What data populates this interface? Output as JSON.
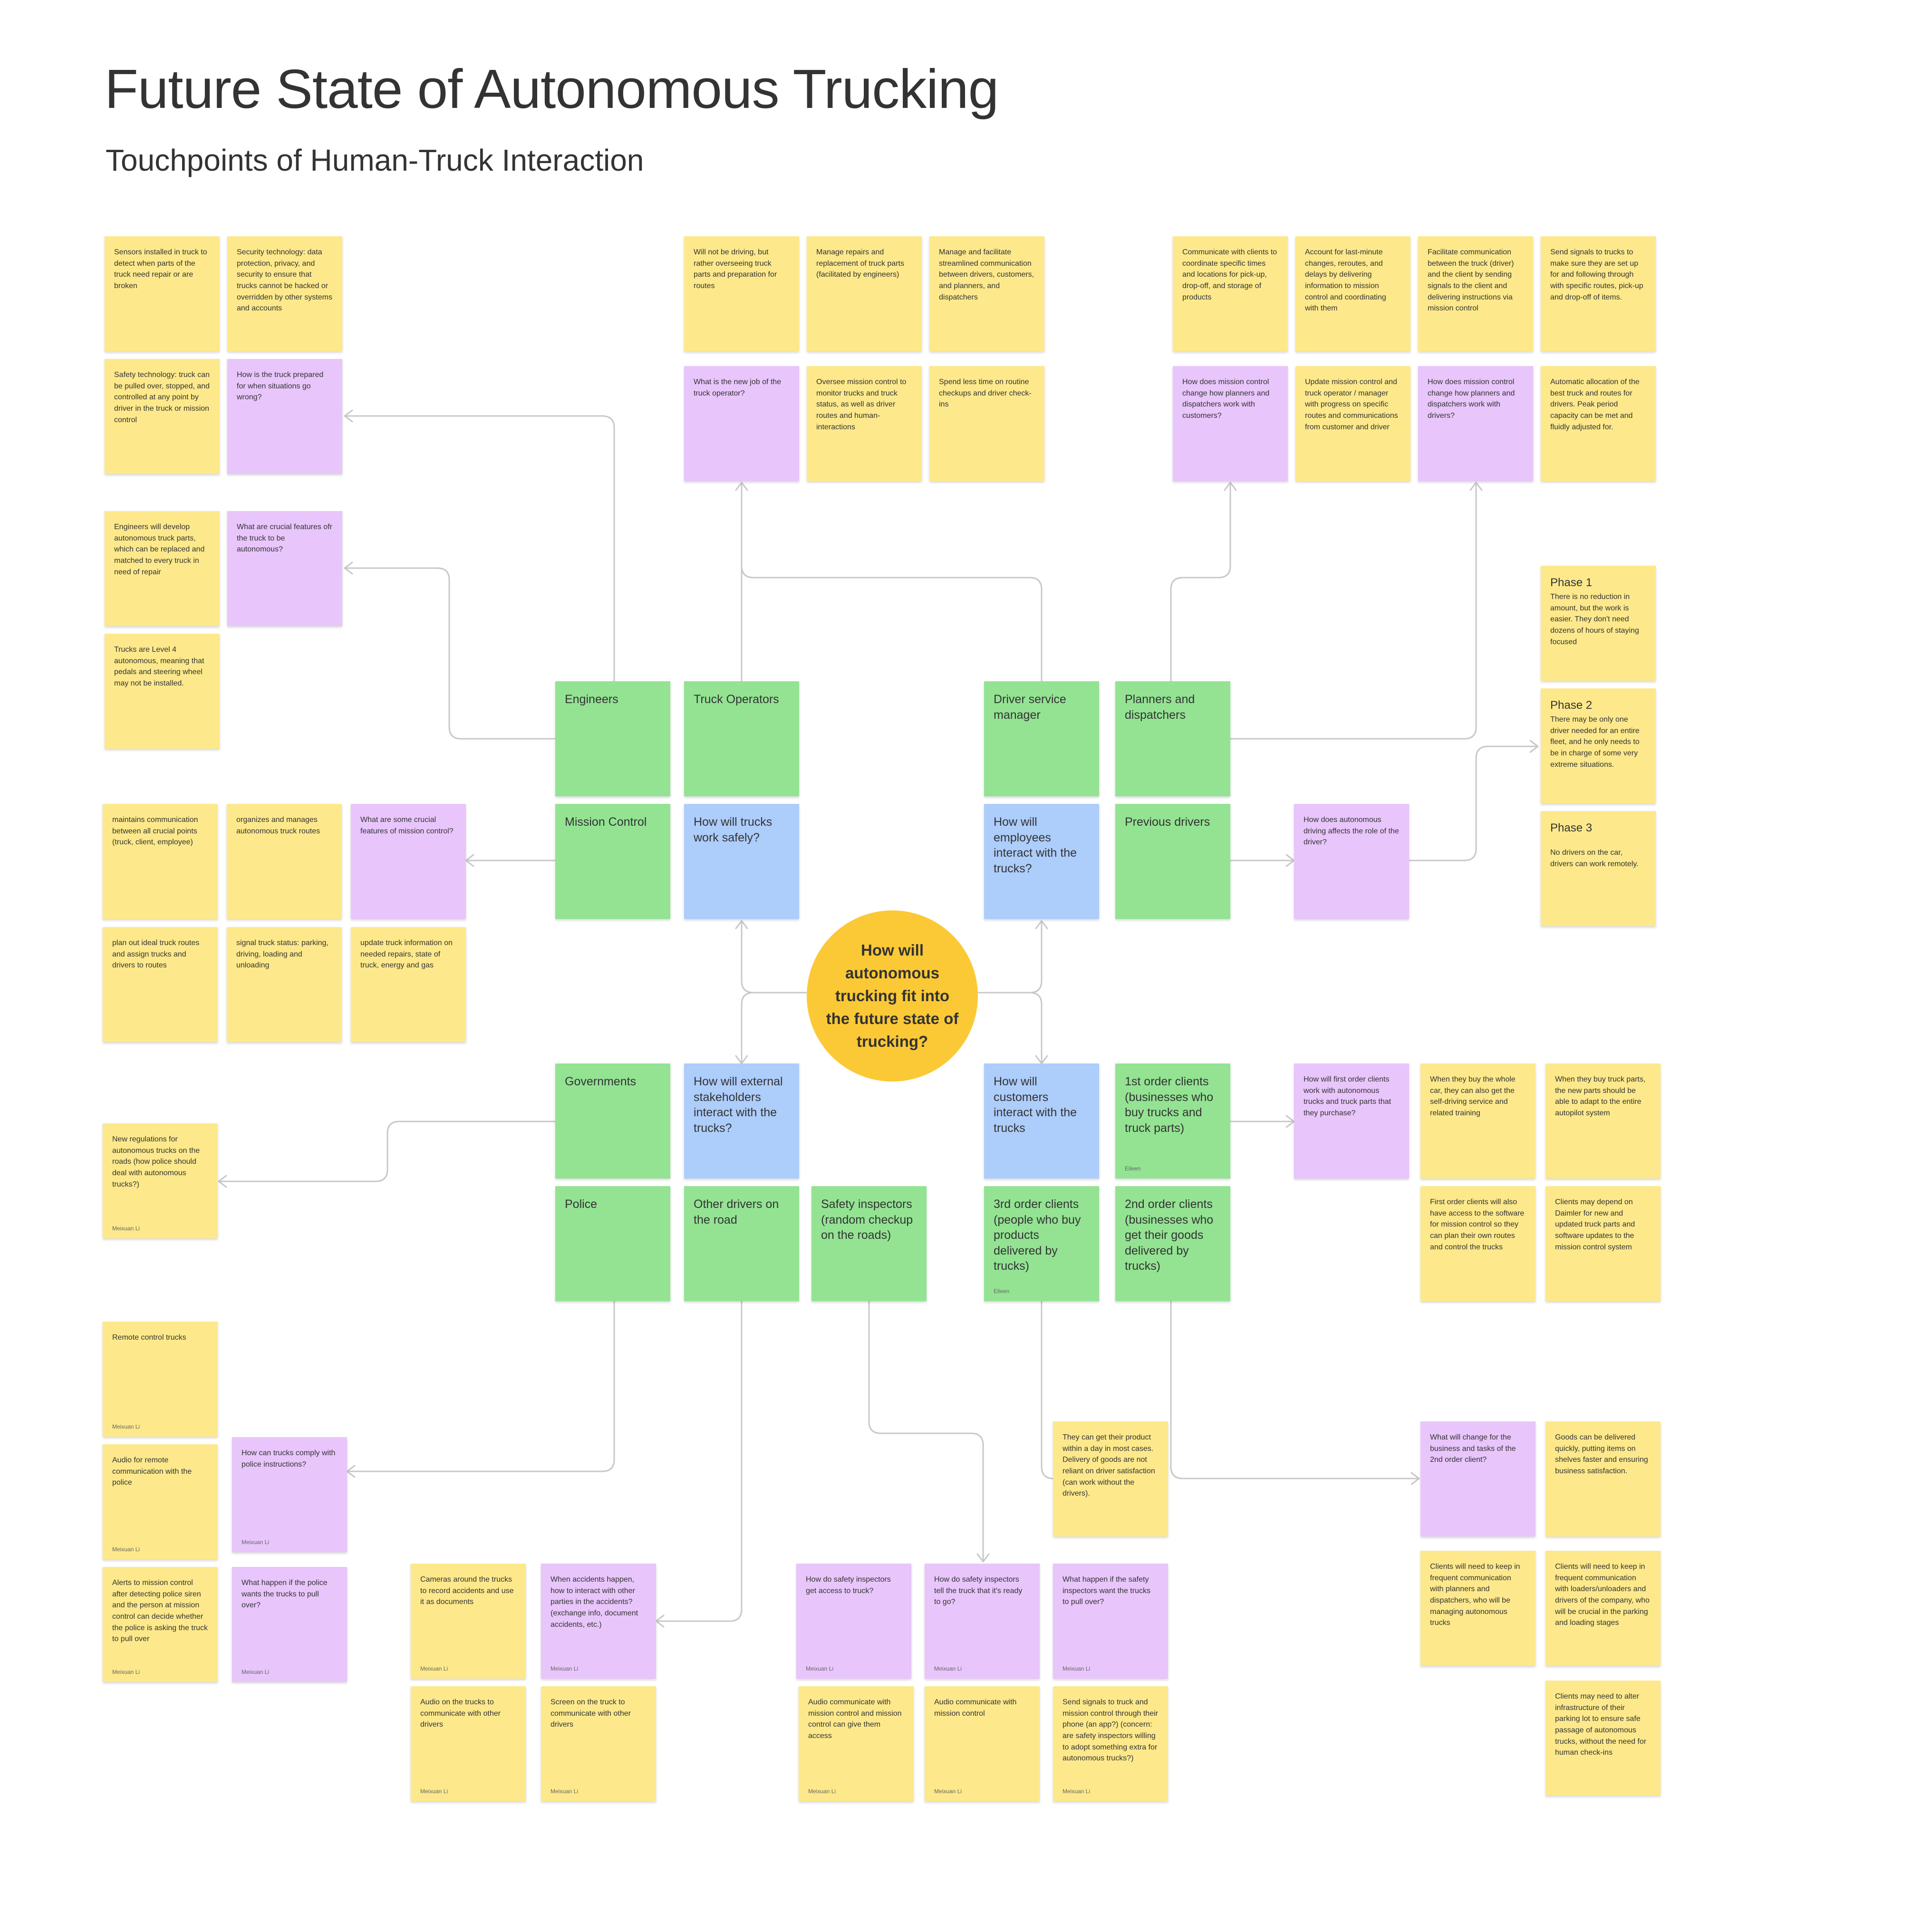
{
  "title": "Future State of Autonomous Trucking",
  "subtitle": "Touchpoints of Human-Truck Interaction",
  "center_question": "How will autonomous trucking fit into the future state of trucking?",
  "colors": {
    "yellow": "#fde98b",
    "purple": "#e8c5fb",
    "green": "#93e393",
    "blue": "#adcdfb",
    "center": "#fbc935",
    "connector": "#c8c8c8",
    "text": "#333333"
  },
  "notes": [
    {
      "id": "eng1",
      "text": "Sensors installed in truck to detect when parts of the truck need repair or are broken"
    },
    {
      "id": "eng2",
      "text": "Security technology: data protection, privacy, and security to ensure that trucks cannot be hacked or overridden by other systems and accounts"
    },
    {
      "id": "eng3",
      "text": "Safety technology: truck can be pulled over, stopped, and controlled at any point by driver in the truck or mission control"
    },
    {
      "id": "eng4",
      "text": "How is the truck prepared for when situations go wrong?"
    },
    {
      "id": "eng5",
      "text": "Engineers will develop autonomous truck parts, which can be replaced and matched to every truck in need of repair"
    },
    {
      "id": "eng6",
      "text": "What are crucial features ofr the truck to be autonomous?"
    },
    {
      "id": "eng7",
      "text": "Trucks are Level 4 autonomous, meaning that pedals and steering wheel may not be installed."
    },
    {
      "id": "op1",
      "text": "Will not be driving, but rather overseeing truck parts and preparation for routes"
    },
    {
      "id": "op2",
      "text": "Manage repairs and replacement of truck parts (facilitated by engineers)"
    },
    {
      "id": "op3",
      "text": "Manage and facilitate streamlined communication between drivers, customers, and planners, and dispatchers"
    },
    {
      "id": "op4",
      "text": "What is the new job of the truck operator?"
    },
    {
      "id": "op5",
      "text": "Oversee mission control to monitor trucks and truck status, as well as driver routes and human-interactions"
    },
    {
      "id": "op6",
      "text": "Spend less time on routine checkups and driver check-ins"
    },
    {
      "id": "pl1",
      "text": "Communicate with clients to coordinate specific times and locations for pick-up, drop-off, and storage of products"
    },
    {
      "id": "pl2",
      "text": "Account for last-minute changes, reroutes, and delays by delivering information to mission control and coordinating with them"
    },
    {
      "id": "pl3",
      "text": "Facilitate communication between the truck (driver) and the client by sending signals to the client and delivering instructions via mission control"
    },
    {
      "id": "pl4",
      "text": "Send signals to trucks to make sure they are set up for and following through with specific routes, pick-up and drop-off of items."
    },
    {
      "id": "pl5",
      "text": "How does mission control change how planners and dispatchers work with customers?"
    },
    {
      "id": "pl6",
      "text": "Update mission control and truck operator / manager with progress on specific routes and communications from customer and driver"
    },
    {
      "id": "pl7",
      "text": "How does mission control change how planners and dispatchers work with drivers?"
    },
    {
      "id": "pl8",
      "text": "Automatic allocation of the best truck and routes for drivers. Peak period capacity can be met and fluidly adjusted for."
    },
    {
      "id": "ph1",
      "heading": "Phase 1",
      "text": "There is no reduction in amount, but the work is easier. They don't need dozens of hours of staying focused"
    },
    {
      "id": "ph2",
      "heading": "Phase 2",
      "text": "There may be only one driver needed for an entire fleet, and he only needs to be in charge of some very extreme situations."
    },
    {
      "id": "ph3",
      "heading": "Phase 3",
      "text": "No drivers on the car, drivers can work remotely."
    },
    {
      "id": "g_eng",
      "text": "Engineers"
    },
    {
      "id": "g_op",
      "text": "Truck Operators"
    },
    {
      "id": "g_dsm",
      "text": "Driver service manager"
    },
    {
      "id": "g_pl",
      "text": "Planners  and dispatchers"
    },
    {
      "id": "g_mc",
      "text": "Mission Control"
    },
    {
      "id": "b_trucks",
      "text": "How will trucks work safely?"
    },
    {
      "id": "b_emp",
      "text": "How will employees interact with the trucks?"
    },
    {
      "id": "g_prev",
      "text": "Previous drivers"
    },
    {
      "id": "prev_q",
      "text": "How does autonomous driving affects the role of the driver?"
    },
    {
      "id": "mc1",
      "text": "maintains communication between all crucial points (truck, client, employee)"
    },
    {
      "id": "mc2",
      "text": "organizes and manages autonomous truck routes"
    },
    {
      "id": "mc3",
      "text": "What are some crucial features of mission control?"
    },
    {
      "id": "mc4",
      "text": "plan out ideal truck routes and assign trucks and drivers to routes"
    },
    {
      "id": "mc5",
      "text": "signal truck status: parking, driving, loading and unloading"
    },
    {
      "id": "mc6",
      "text": "update truck information on needed repairs, state of truck, energy and gas"
    },
    {
      "id": "g_gov",
      "text": "Governments"
    },
    {
      "id": "b_ext",
      "text": "How will external stakeholders interact with the trucks?"
    },
    {
      "id": "b_cust",
      "text": "How will customers interact with the trucks"
    },
    {
      "id": "g_c1",
      "text": "1st order clients (businesses who buy trucks and truck parts)",
      "author": "Eileen"
    },
    {
      "id": "c1q",
      "text": "How will first order clients work with autonomous trucks and truck parts that they purchase?"
    },
    {
      "id": "c1a",
      "text": "When they buy the whole car, they can also get the self-driving service and related training"
    },
    {
      "id": "c1b",
      "text": "When they buy truck parts, the new parts should be able to adapt to the entire autopilot system"
    },
    {
      "id": "c1c",
      "text": "First order clients will also have access to the software for mission control so they can plan their own routes and control the trucks"
    },
    {
      "id": "c1d",
      "text": "Clients may depend on Daimler for new and updated truck parts and software updates to the mission control system"
    },
    {
      "id": "gov1",
      "text": "New regulations for autonomous trucks on the roads (how police should deal with autonomous trucks?)",
      "author": "Meixuan Li"
    },
    {
      "id": "g_pol",
      "text": "Police"
    },
    {
      "id": "g_od",
      "text": "Other drivers on the road"
    },
    {
      "id": "g_si",
      "text": "Safety inspectors (random checkup on the roads)"
    },
    {
      "id": "g_c3",
      "text": "3rd order clients (people who buy products delivered by trucks)",
      "author": "Eileen"
    },
    {
      "id": "g_c2",
      "text": "2nd order clients (businesses who get their goods delivered by trucks)"
    },
    {
      "id": "pol1",
      "text": "Remote control trucks",
      "author": "Meixuan Li"
    },
    {
      "id": "pol2",
      "text": "Audio for remote communication with the police",
      "author": "Meixuan Li"
    },
    {
      "id": "pol3",
      "text": "How can trucks comply with police instructions?",
      "author": "Meixuan Li"
    },
    {
      "id": "pol4",
      "text": "Alerts to mission control after detecting police siren and the person at mission control can decide whether the police is asking the truck to pull over",
      "author": "Meixuan Li"
    },
    {
      "id": "pol5",
      "text": "What happen if the police wants the trucks to pull over?",
      "author": "Meixuan Li"
    },
    {
      "id": "od1",
      "text": "Cameras around the trucks to record accidents and use it as documents",
      "author": "Meixuan Li"
    },
    {
      "id": "od2",
      "text": "When accidents happen, how to interact with other parties in the accidents? (exchange info, document accidents, etc.)",
      "author": "Meixuan Li"
    },
    {
      "id": "od3",
      "text": "Audio on the trucks to communicate with other drivers",
      "author": "Meixuan Li"
    },
    {
      "id": "od4",
      "text": "Screen on the truck to communicate with other drivers",
      "author": "Meixuan Li"
    },
    {
      "id": "si1",
      "text": "How do safety inspectors get access to truck?",
      "author": "Meixuan Li"
    },
    {
      "id": "si2",
      "text": "How do safety inspectors tell the truck that it's ready to go?",
      "author": "Meixuan Li"
    },
    {
      "id": "si3",
      "text": "What happen if the safety inspectors want the trucks to pull over?",
      "author": "Meixuan Li"
    },
    {
      "id": "si4",
      "text": "Audio communicate with mission control and mission control can give them access",
      "author": "Meixuan Li"
    },
    {
      "id": "si5",
      "text": "Audio communicate with mission control",
      "author": "Meixuan Li"
    },
    {
      "id": "si6",
      "text": "Send signals to truck and mission control through their phone (an app?) (concern: are safety inspectors willing to adopt something extra for autonomous trucks?)",
      "author": "Meixuan Li"
    },
    {
      "id": "c3a",
      "text": "They can get their product within a day in most cases. Delivery of goods are not reliant on driver satisfaction (can work without the drivers)."
    },
    {
      "id": "c2q",
      "text": "What will change for the business and tasks of the 2nd order client?"
    },
    {
      "id": "c2a",
      "text": "Goods can be delivered quickly, putting items on shelves faster and ensuring business satisfaction."
    },
    {
      "id": "c2b",
      "text": "Clients will need to keep in frequent communication with planners and dispatchers, who will be managing autonomous trucks"
    },
    {
      "id": "c2c",
      "text": "Clients will need to keep in frequent communication with loaders/unloaders and drivers of the company, who will be crucial in the parking and loading stages"
    },
    {
      "id": "c2d",
      "text": "Clients may need to alter infrastructure of their parking lot to ensure safe passage of autonomous trucks, without the need for human check-ins"
    }
  ]
}
